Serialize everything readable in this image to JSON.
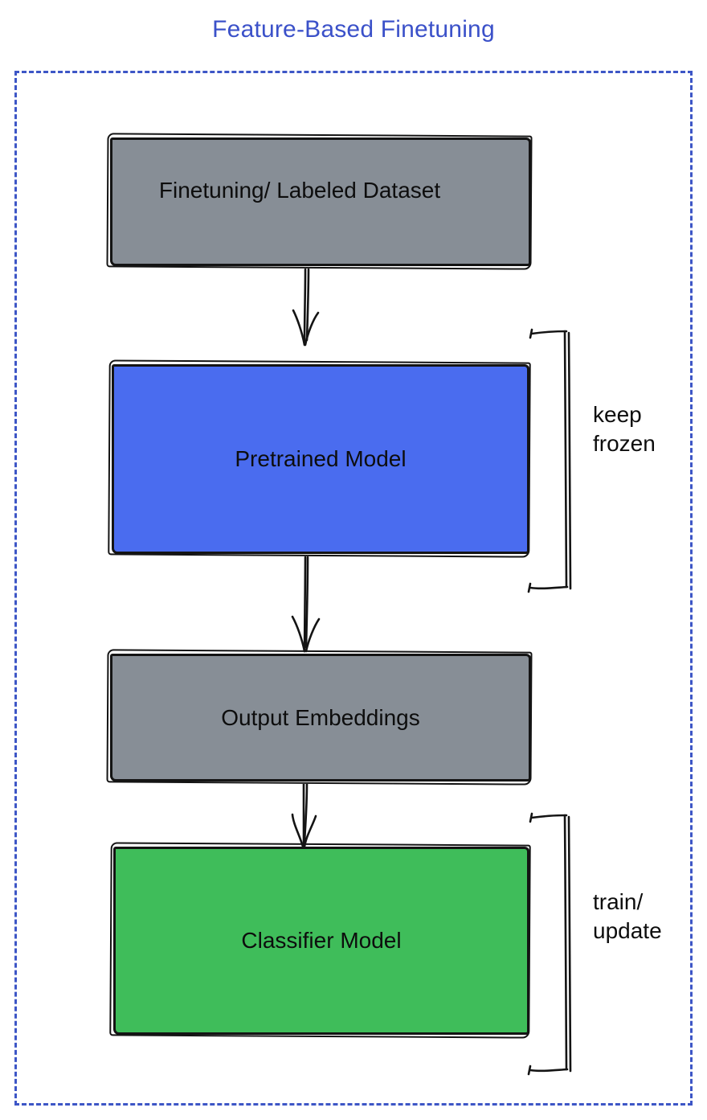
{
  "title": "Feature-Based Finetuning",
  "diagram": {
    "nodes": [
      {
        "id": "dataset",
        "label": "Finetuning/ Labeled Dataset",
        "fill": "#878E96"
      },
      {
        "id": "pretrained",
        "label": "Pretrained Model",
        "fill": "#4A6CEF"
      },
      {
        "id": "embeddings",
        "label": "Output Embeddings",
        "fill": "#878E96"
      },
      {
        "id": "classifier",
        "label": "Classifier Model",
        "fill": "#3FBD5A"
      }
    ],
    "edges": [
      {
        "from": "dataset",
        "to": "pretrained",
        "style": "double-line-arrow"
      },
      {
        "from": "pretrained",
        "to": "embeddings",
        "style": "double-line-arrow"
      },
      {
        "from": "embeddings",
        "to": "classifier",
        "style": "double-line-arrow"
      }
    ],
    "annotations": [
      {
        "target": "pretrained",
        "label": "keep frozen",
        "marker": "right-bracket"
      },
      {
        "target": "classifier",
        "label": "train/ update",
        "marker": "right-bracket"
      }
    ]
  },
  "colors": {
    "title_text": "#3B51C9",
    "frame_border": "#3D56C6",
    "node_gray": "#878E96",
    "node_blue": "#4A6CEF",
    "node_green": "#3FBD5A",
    "stroke": "#141414"
  }
}
